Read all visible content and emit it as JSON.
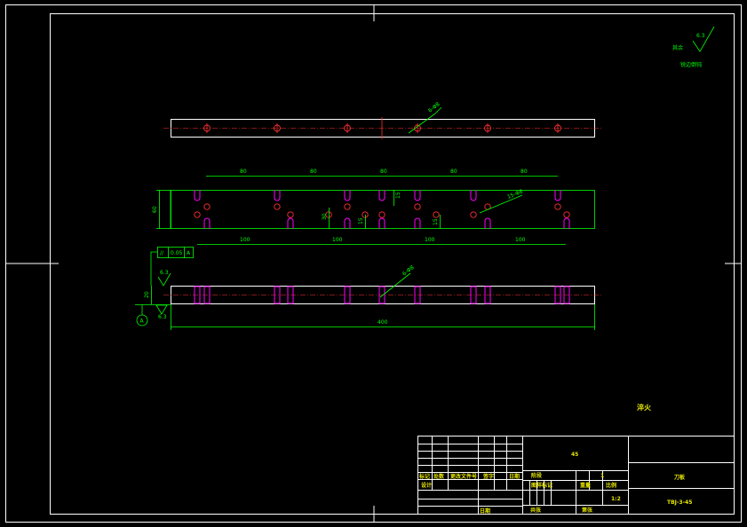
{
  "top_view": {
    "leader_label": "6-Φ8"
  },
  "front_view": {
    "top_dims": [
      "80",
      "80",
      "80",
      "80",
      "80"
    ],
    "bottom_dims": [
      "100",
      "100",
      "100",
      "100"
    ],
    "left_height": "60",
    "inner_dims": [
      "15",
      "30",
      "15",
      "15"
    ],
    "leader_label": "15-Φ8"
  },
  "bottom_view": {
    "leader_label": "6-Φ8",
    "overall_length": "400",
    "left_dim": "20"
  },
  "tolerances": {
    "parallel_value": "0.05",
    "parallel_datum": "A",
    "datum_circle": "A",
    "roughness_top": "6.3",
    "roughness_side": "6.3"
  },
  "surface_note": {
    "prefix": "其余",
    "value": "6.3",
    "caption": "锐边倒钝"
  },
  "requirement_label": "淬火",
  "title_block": {
    "material": "45",
    "part_name": "刀板",
    "drawing_no": "TBJ-3-45",
    "scale": "1:2",
    "stage_label": "阶段",
    "quantity": "1",
    "col_headers": [
      "标记",
      "处数",
      "更改文件号",
      "签字",
      "日期"
    ],
    "design_label": "设计",
    "bottom_headers": [
      "图样标记",
      "重量",
      "比例"
    ],
    "sheet_labels": [
      "共张",
      "第张"
    ],
    "date_label": "日期"
  }
}
